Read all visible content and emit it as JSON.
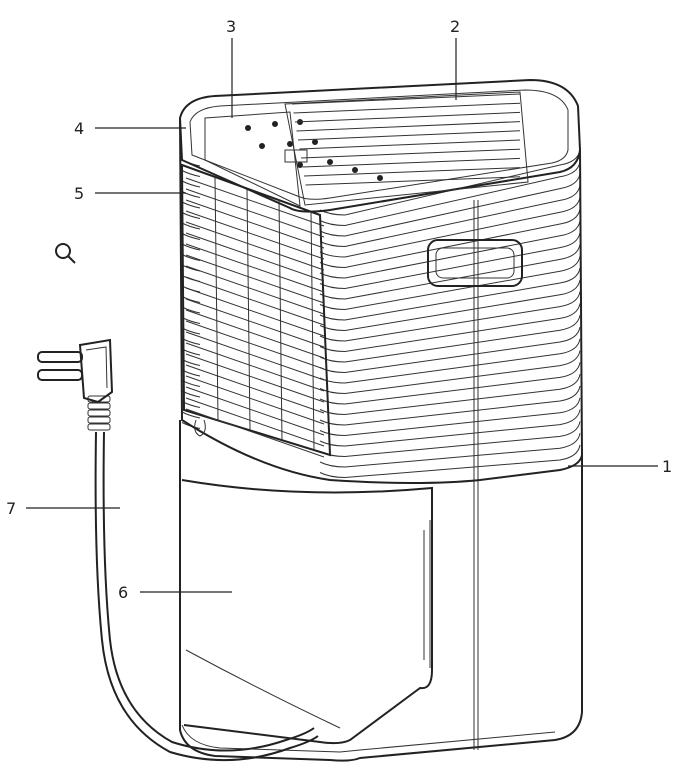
{
  "callouts": [
    {
      "id": "1",
      "label": "1"
    },
    {
      "id": "2",
      "label": "2"
    },
    {
      "id": "3",
      "label": "3"
    },
    {
      "id": "4",
      "label": "4"
    },
    {
      "id": "5",
      "label": "5"
    },
    {
      "id": "6",
      "label": "6"
    },
    {
      "id": "7",
      "label": "7"
    }
  ],
  "icons": {
    "magnifier": "magnifier-icon"
  },
  "colors": {
    "line": "#222222",
    "background": "#ffffff"
  }
}
